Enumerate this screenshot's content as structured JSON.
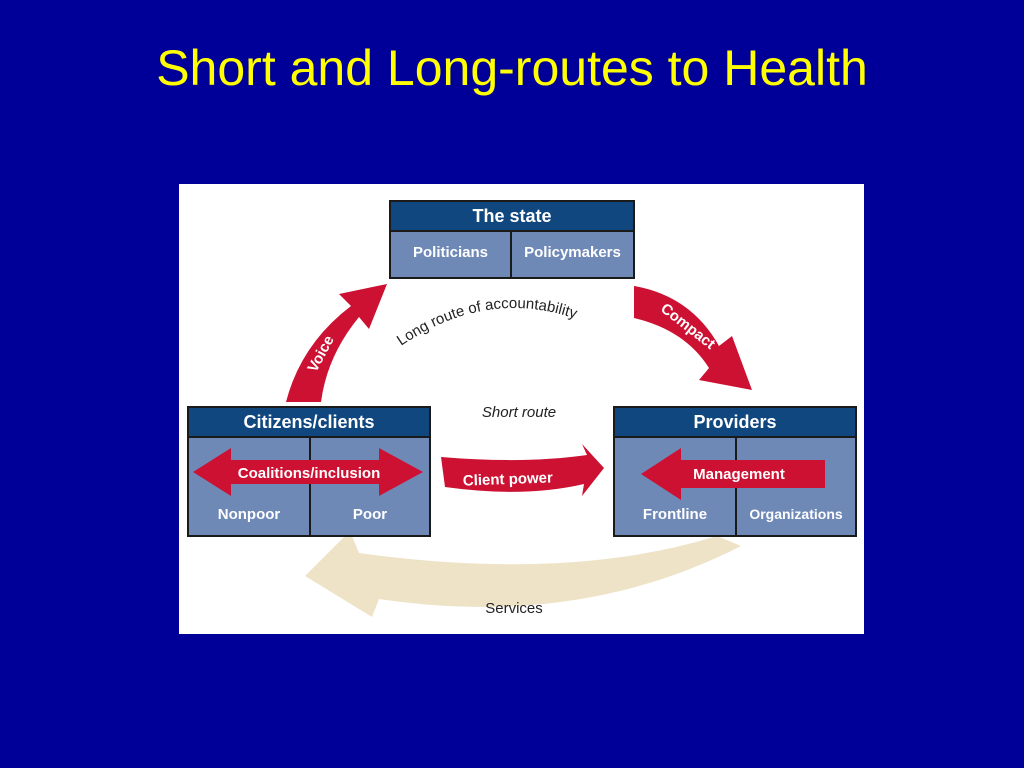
{
  "title": "Short and Long-routes to Health",
  "colors": {
    "background": "#000099",
    "title": "#ffff00",
    "box_header": "#11477f",
    "box_body": "#6f89b7",
    "arrow_red": "#cc1133",
    "arrow_beige": "#eee3c6"
  },
  "diagram": {
    "state": {
      "title": "The state",
      "left": "Politicians",
      "right": "Policymakers"
    },
    "citizens": {
      "title": "Citizens/clients",
      "inner_arrow": "Coalitions/inclusion",
      "left": "Nonpoor",
      "right": "Poor"
    },
    "providers": {
      "title": "Providers",
      "inner_arrow": "Management",
      "left": "Frontline",
      "right": "Organizations"
    },
    "arrows": {
      "voice": "Voice",
      "compact": "Compact",
      "client_power": "Client power",
      "services": "Services"
    },
    "labels": {
      "long_route": "Long route of accountability",
      "short_route": "Short route"
    }
  }
}
